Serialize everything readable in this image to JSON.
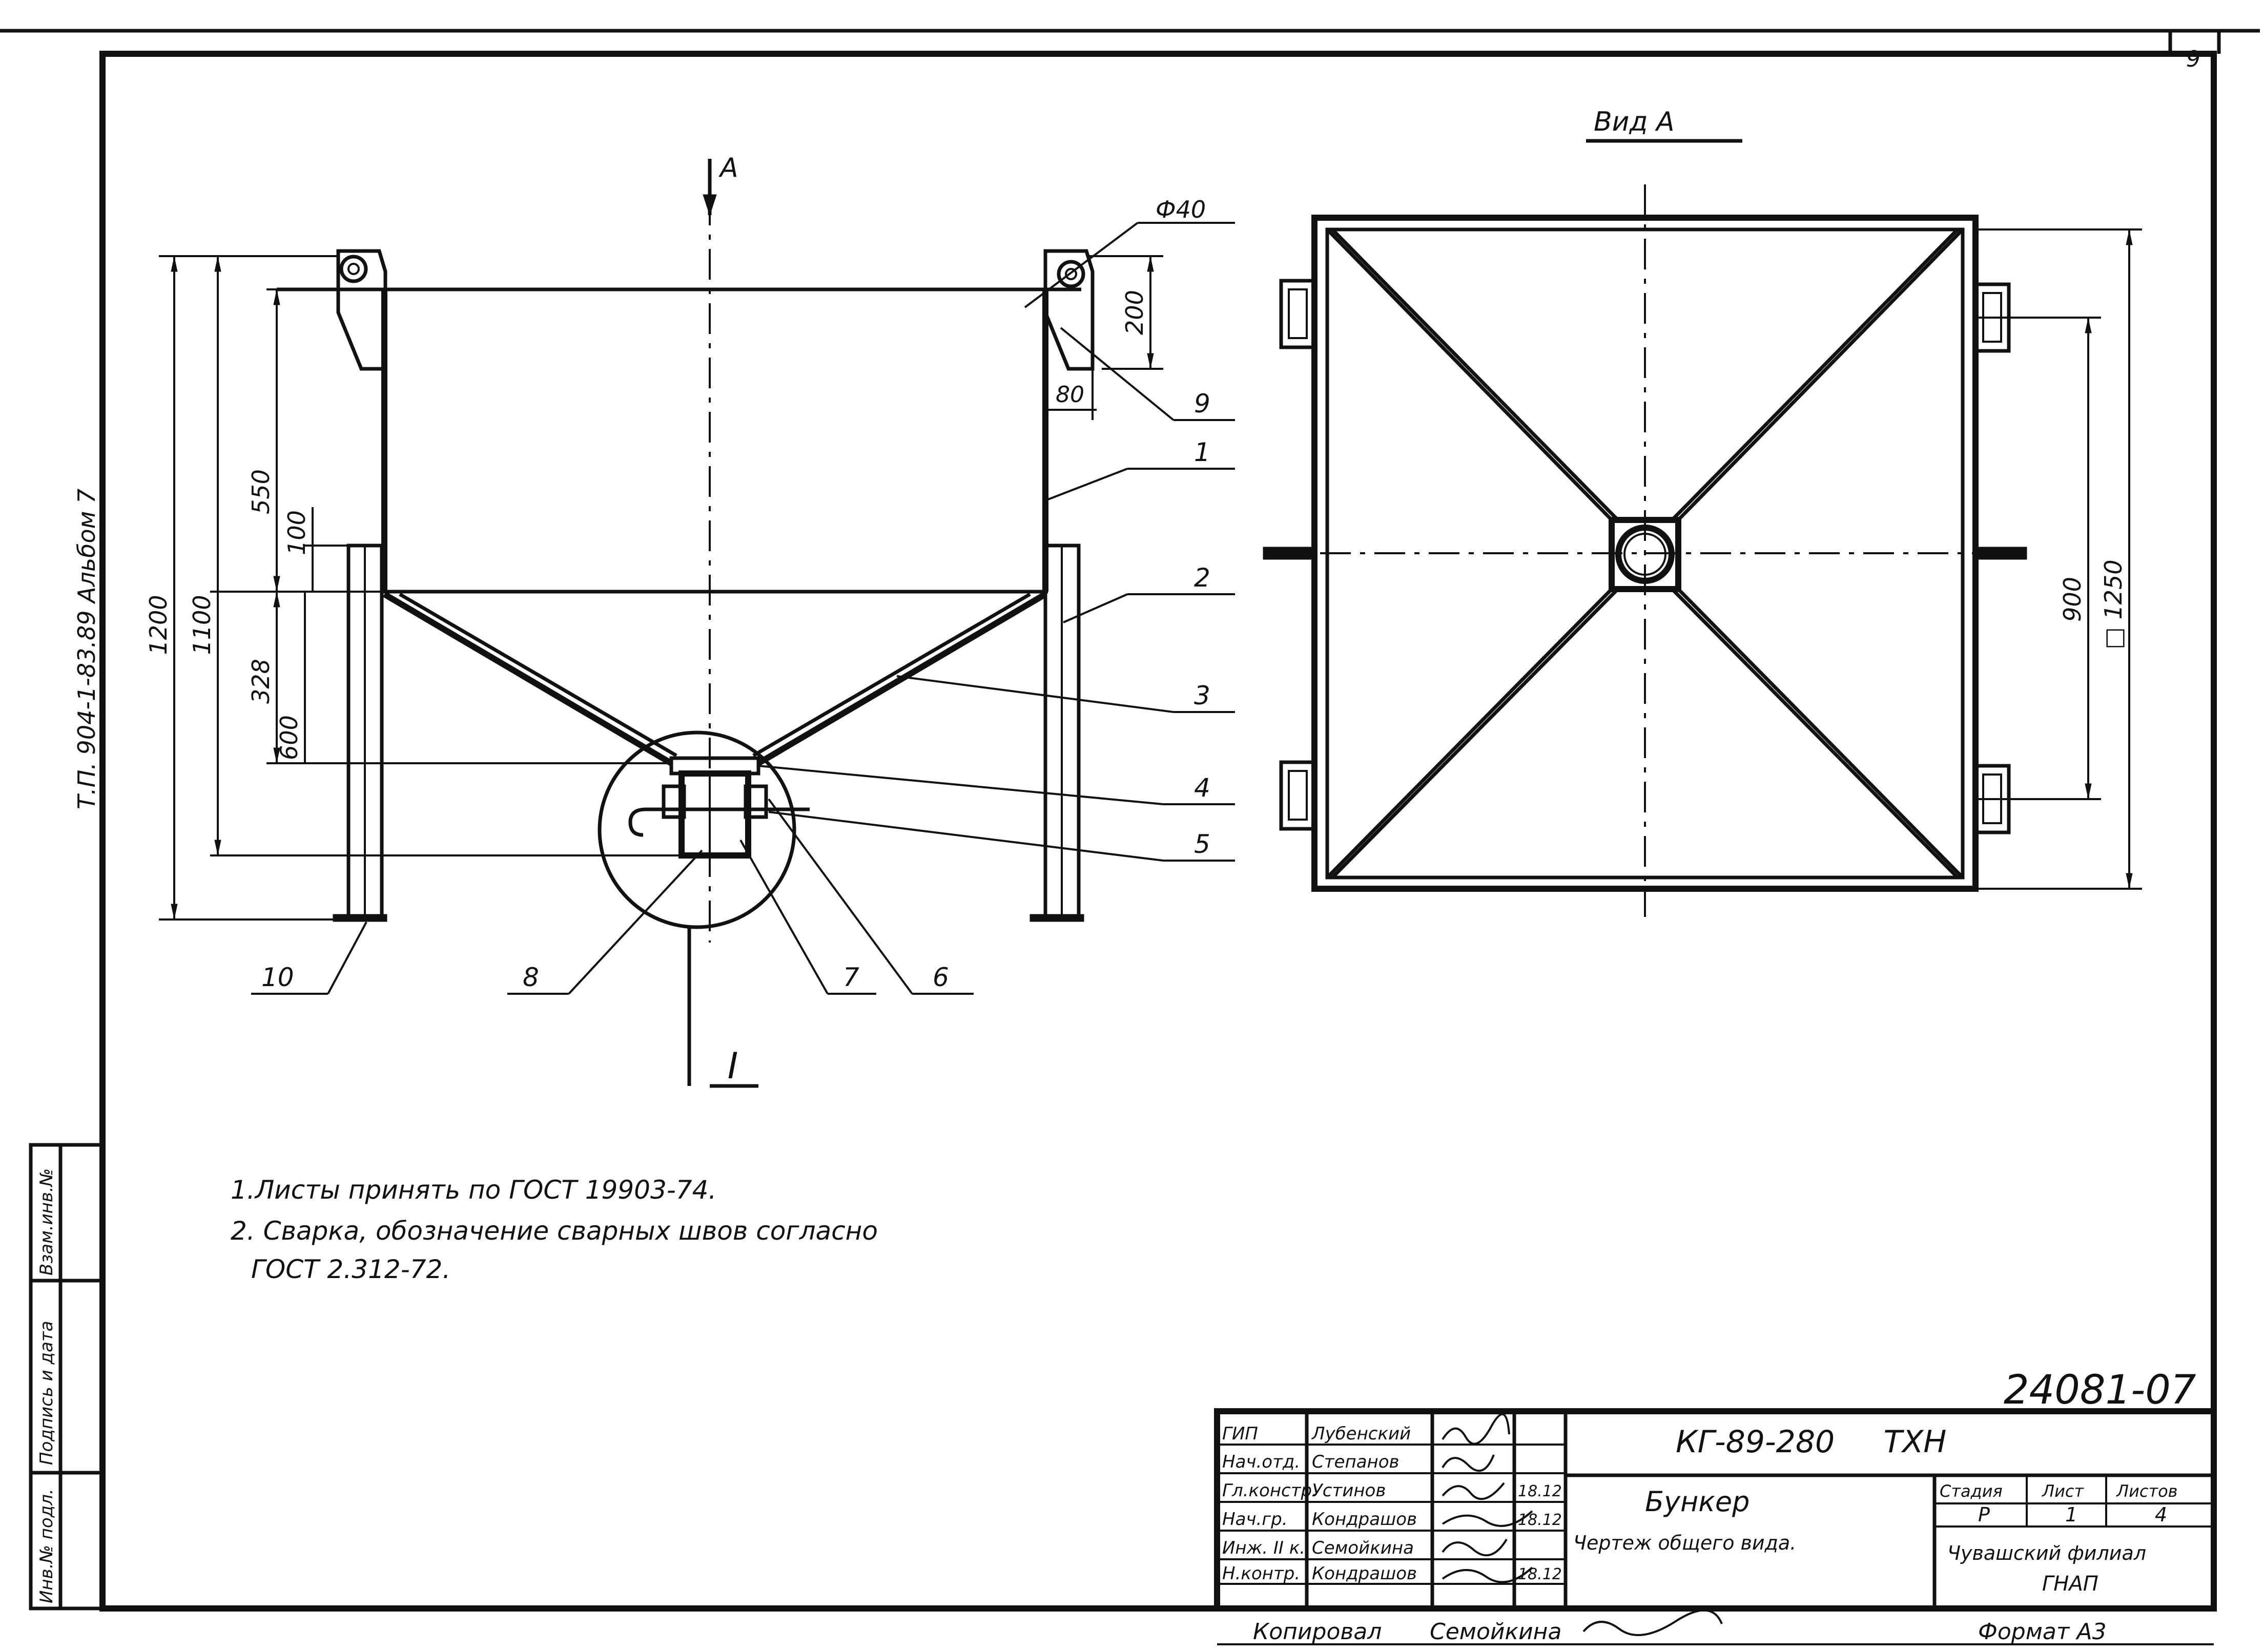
{
  "sheet": {
    "page_number": "9",
    "album_ref": "Т.П. 904-1-83.89 Альбом 7",
    "inventory_number": "24081-07",
    "copied_by_label": "Копировал",
    "copied_by_name": "Семойкина",
    "format_label": "Формат А3"
  },
  "views": {
    "section_arrow_label": "А",
    "view_a_title": "Вид А",
    "detail_label": "I"
  },
  "dimensions": {
    "d1200": "1200",
    "d1100": "1100",
    "d550": "550",
    "d100": "100",
    "d328": "328",
    "d600": "600",
    "d_phi40": "Ф40",
    "d200": "200",
    "d80": "80",
    "d900": "900",
    "d1250": "□ 1250"
  },
  "callouts": [
    "1",
    "2",
    "3",
    "4",
    "5",
    "6",
    "7",
    "8",
    "9",
    "10"
  ],
  "notes": [
    "1.Листы принять по ГОСТ 19903-74.",
    "2. Сварка, обозначение сварных швов согласно",
    "ГОСТ 2.312-72."
  ],
  "side_stamp": {
    "inv_orig": "Инв.№ подл.",
    "sign_date": "Подпись и дата",
    "replaces_inv": "Взам.инв.№"
  },
  "title_block": {
    "designation": "КГ-89-280     ТХН",
    "product_name": "Бункер",
    "doc_name": "Чертеж общего вида.",
    "roles": [
      {
        "role": "ГИП",
        "name": "Лубенский",
        "date": ""
      },
      {
        "role": "Нач.отд.",
        "name": "Степанов",
        "date": ""
      },
      {
        "role": "Гл.констр.",
        "name": "Устинов",
        "date": "18.12"
      },
      {
        "role": "Нач.гр.",
        "name": "Кондрашов",
        "date": "18.12"
      },
      {
        "role": "Инж. II к.",
        "name": "Семойкина",
        "date": ""
      },
      {
        "role": "Н.контр.",
        "name": "Кондрашов",
        "date": "18.12"
      }
    ],
    "stage_header": "Стадия",
    "sheet_header": "Лист",
    "sheets_header": "Листов",
    "stage_value": "Р",
    "sheet_value": "1",
    "sheets_value": "4",
    "org_line1": "Чувашский филиал",
    "org_line2": "ГНАП"
  }
}
